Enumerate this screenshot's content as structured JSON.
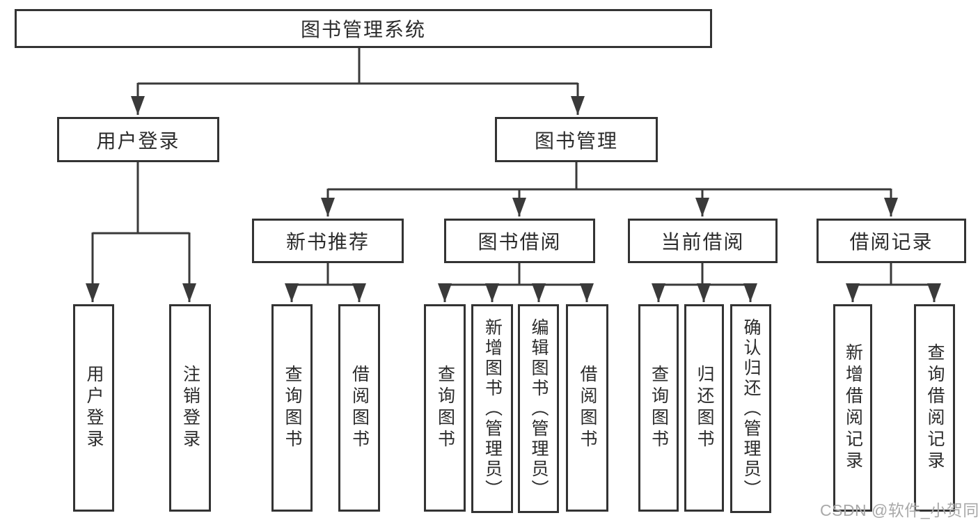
{
  "tree": {
    "root": {
      "label": "图书管理系统"
    },
    "login": {
      "label": "用户登录",
      "children": [
        {
          "label": "用户登录"
        },
        {
          "label": "注销登录"
        }
      ]
    },
    "management": {
      "label": "图书管理",
      "sections": [
        {
          "label": "新书推荐",
          "children": [
            {
              "label": "查询图书"
            },
            {
              "label": "借阅图书"
            }
          ]
        },
        {
          "label": "图书借阅",
          "children": [
            {
              "label": "查询图书"
            },
            {
              "label": "新增图书（管理员）"
            },
            {
              "label": "编辑图书（管理员）"
            },
            {
              "label": "借阅图书"
            }
          ]
        },
        {
          "label": "当前借阅",
          "children": [
            {
              "label": "查询图书"
            },
            {
              "label": "归还图书"
            },
            {
              "label": "确认归还（管理员）"
            }
          ]
        },
        {
          "label": "借阅记录",
          "children": [
            {
              "label": "新增借阅记录"
            },
            {
              "label": "查询借阅记录"
            }
          ]
        }
      ]
    }
  },
  "watermark": {
    "text": "CSDN @软件_小贺同学"
  },
  "colors": {
    "line": "#3a3a3a",
    "border": "#333333",
    "text": "#2b2b2b",
    "watermark": "#a9a9a9",
    "background": "#ffffff"
  }
}
